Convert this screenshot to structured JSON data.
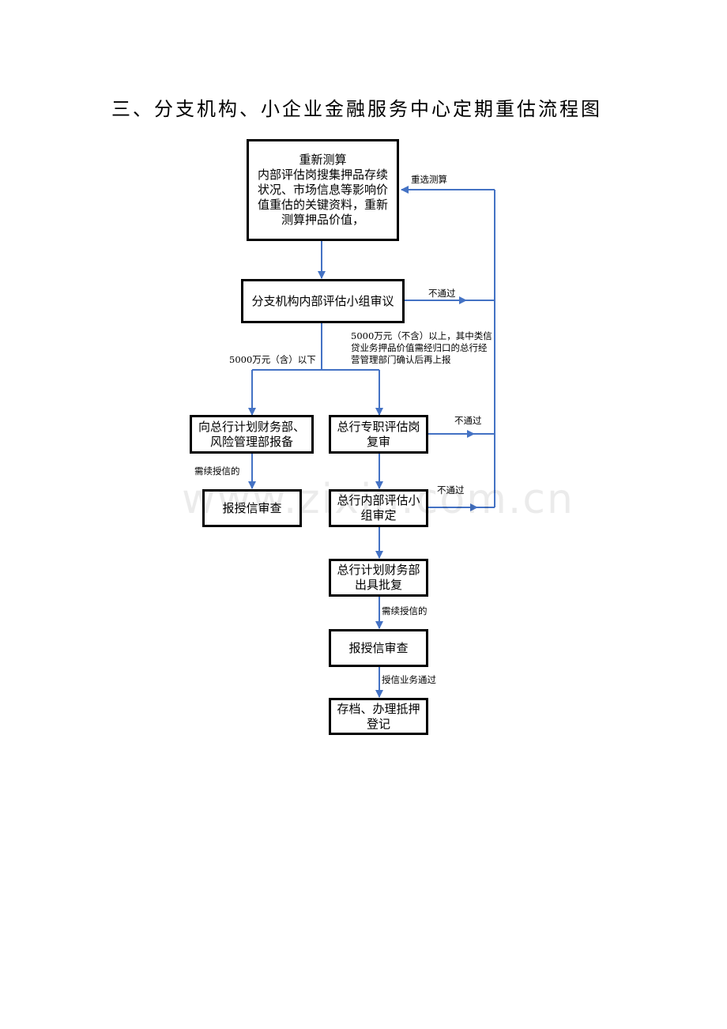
{
  "title": "三、分支机构、小企业金融服务中心定期重估流程图",
  "boxes": {
    "remeasure": {
      "line1": "重新测算",
      "line2": "内部评估岗搜集押品存续",
      "line3": "状况、市场信息等影响价",
      "line4": "值重估的关键资料，重新",
      "line5": "测算押品价值，"
    },
    "branch_review": "分支机构内部评估小组审议",
    "report_hq_finance": {
      "line1": "向总行计划财务部、",
      "line2": "风险管理部报备"
    },
    "credit_review_left": "报授信审查",
    "hq_specialist": {
      "line1": "总行专职评估岗",
      "line2": "复审"
    },
    "hq_group": {
      "line1": "总行内部评估小",
      "line2": "组审定"
    },
    "hq_finance_approval": {
      "line1": "总行计划财务部",
      "line2": "出具批复"
    },
    "credit_review_right": "报授信审查",
    "archive": {
      "line1": "存档、办理抵押",
      "line2": "登记"
    }
  },
  "labels": {
    "reselect": "重选测算",
    "fail1": "不通过",
    "fail2": "不通过",
    "fail3": "不通过",
    "under_5000": "5000万元（含）以下",
    "over_5000_line1": "5000万元（不含）以上，其中类信",
    "over_5000_line2": "贷业务押品价值需经归口的总行经",
    "over_5000_line3": "营管理部门确认后再上报",
    "need_credit_left": "需续授信的",
    "need_credit_right": "需续授信的",
    "credit_passed": "授信业务通过"
  },
  "watermark": "www.zixin.com.cn",
  "colors": {
    "arrow": "#4472c4",
    "border": "#000000"
  }
}
